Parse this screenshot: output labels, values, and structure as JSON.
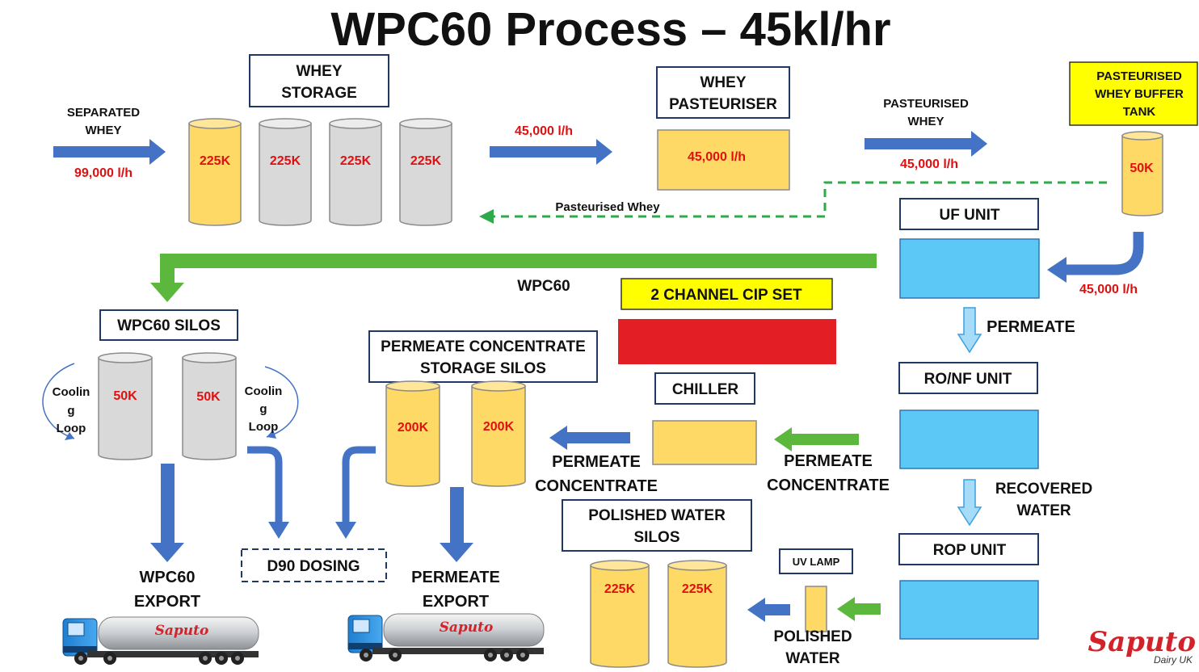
{
  "title": "WPC60 Process – 45kl/hr",
  "colors": {
    "blue_arrow": "#4472c4",
    "green_arrow": "#5cb83c",
    "dashed_green": "#2eaa4a",
    "yellow_tank": "#ffd966",
    "grey_tank": "#d9d9d9",
    "cyan_unit": "#5bc8f5",
    "red_block": "#e31e24",
    "yellow_label": "#ffff00",
    "flow_red_text": "#e01010"
  },
  "labels": {
    "separated_whey_1": "SEPARATED",
    "separated_whey_2": "WHEY",
    "flow_99000": "99,000 l/h",
    "whey_storage_1": "WHEY",
    "whey_storage_2": "STORAGE",
    "tank_225k_a": "225K",
    "tank_225k_b": "225K",
    "tank_225k_c": "225K",
    "tank_225k_d": "225K",
    "flow_45000_a": "45,000 l/h",
    "whey_pasteuriser_1": "WHEY",
    "whey_pasteuriser_2": "PASTEURISER",
    "pasteuriser_flow": "45,000 l/h",
    "pasteurised_whey_1": "PASTEURISED",
    "pasteurised_whey_2": "WHEY",
    "flow_45000_b": "45,000 l/h",
    "buffer_tank_1": "PASTEURISED",
    "buffer_tank_2": "WHEY BUFFER",
    "buffer_tank_3": "TANK",
    "buffer_tank_cap": "50K",
    "pasteurised_whey_return": "Pasteurised Whey",
    "uf_unit": "UF UNIT",
    "flow_45000_c": "45,000 l/h",
    "wpc60": "WPC60",
    "cip_set": "2 CHANNEL CIP SET",
    "wpc60_silos": "WPC60 SILOS",
    "silo_50k_a": "50K",
    "silo_50k_b": "50K",
    "cooling_loop_left_1": "Coolin",
    "cooling_loop_left_2": "g",
    "cooling_loop_left_3": "Loop",
    "cooling_loop_right_1": "Coolin",
    "cooling_loop_right_2": "g",
    "cooling_loop_right_3": "Loop",
    "perm_conc_silos_1": "PERMEATE CONCENTRATE",
    "perm_conc_silos_2": "STORAGE SILOS",
    "silo_200k_a": "200K",
    "silo_200k_b": "200K",
    "permeate": "PERMEATE",
    "ro_nf_unit": "RO/NF UNIT",
    "chiller": "CHILLER",
    "perm_conc_left_1": "PERMEATE",
    "perm_conc_left_2": "CONCENTRATE",
    "perm_conc_right_1": "PERMEATE",
    "perm_conc_right_2": "CONCENTRATE",
    "recovered_water_1": "RECOVERED",
    "recovered_water_2": "WATER",
    "polished_water_silos_1": "POLISHED WATER",
    "polished_water_silos_2": "SILOS",
    "pw_225k_a": "225K",
    "pw_225k_b": "225K",
    "uv_lamp": "UV LAMP",
    "rop_unit": "ROP UNIT",
    "polished_water_1": "POLISHED",
    "polished_water_2": "WATER",
    "d90_dosing": "D90 DOSING",
    "wpc60_export_1": "WPC60",
    "wpc60_export_2": "EXPORT",
    "permeate_export_1": "PERMEATE",
    "permeate_export_2": "EXPORT",
    "truck_brand_a": "Saputo",
    "truck_brand_b": "Saputo",
    "logo_brand": "Saputo",
    "logo_sub": "Dairy UK"
  }
}
